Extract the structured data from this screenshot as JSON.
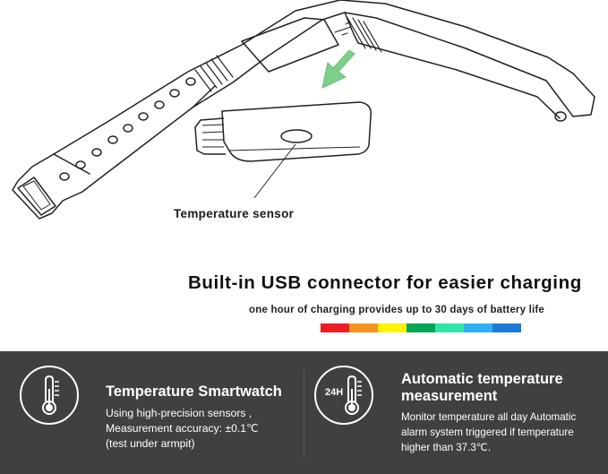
{
  "illustration": {
    "sensor_label": "Temperature sensor"
  },
  "headline": "Built-in USB connector for easier charging",
  "subline": "one hour of charging provides up to 30 days of battery life",
  "color_bar": [
    "#ee1c24",
    "#f7941d",
    "#fff200",
    "#00a651",
    "#2ee6a8",
    "#2fb0f5",
    "#1c7bd6"
  ],
  "features": [
    {
      "title": "Temperature Smartwatch",
      "lines": [
        "Using high-precision sensors ,",
        "Measurement accuracy: ±0.1℃",
        "(test under armpit)"
      ],
      "icon": "thermometer-icon"
    },
    {
      "title_lines": [
        "Automatic temperature",
        "measurement"
      ],
      "badge": "24H",
      "lines": [
        "Monitor temperature all day  Automatic",
        "alarm system triggered if temperature",
        "higher than 37.3℃."
      ],
      "icon": "thermometer-24h-icon"
    }
  ]
}
